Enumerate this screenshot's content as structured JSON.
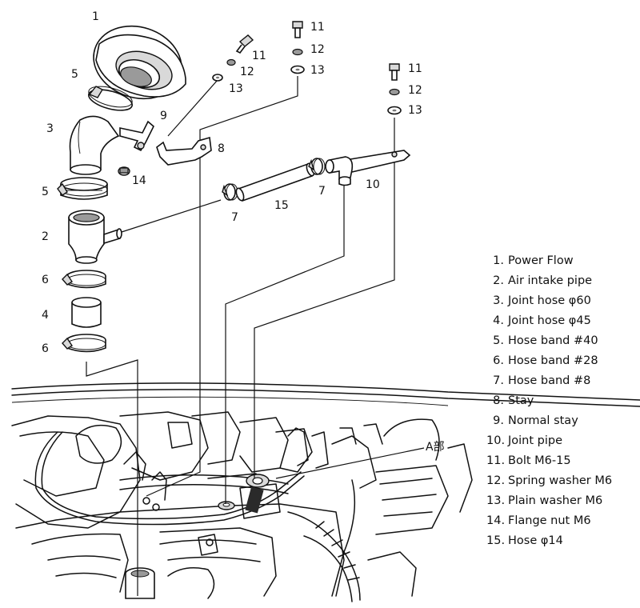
{
  "callouts": {
    "c1": "1",
    "c2": "2",
    "c3": "3",
    "c4": "4",
    "c5a": "5",
    "c5b": "5",
    "c6a": "6",
    "c6b": "6",
    "c7a": "7",
    "c7b": "7",
    "c8": "8",
    "c9": "9",
    "c10": "10",
    "c11a": "11",
    "c11b": "11",
    "c11c": "11",
    "c12a": "12",
    "c12b": "12",
    "c12c": "12",
    "c13a": "13",
    "c13b": "13",
    "c13c": "13",
    "c14": "14",
    "c15": "15",
    "detail": "A部"
  },
  "legend": [
    {
      "num": "1.",
      "label": "Power Flow"
    },
    {
      "num": "2.",
      "label": "Air intake pipe"
    },
    {
      "num": "3.",
      "label": "Joint hose  φ60"
    },
    {
      "num": "4.",
      "label": "Joint hose  φ45"
    },
    {
      "num": "5.",
      "label": "Hose band  #40"
    },
    {
      "num": "6.",
      "label": "Hose band  #28"
    },
    {
      "num": "7.",
      "label": "Hose band  #8"
    },
    {
      "num": "8.",
      "label": "Stay"
    },
    {
      "num": "9.",
      "label": "Normal stay"
    },
    {
      "num": "10.",
      "label": "Joint pipe"
    },
    {
      "num": "11.",
      "label": "Bolt  M6-15"
    },
    {
      "num": "12.",
      "label": "Spring washer  M6"
    },
    {
      "num": "13.",
      "label": "Plain washer  M6"
    },
    {
      "num": "14.",
      "label": "Flange nut  M6"
    },
    {
      "num": "15.",
      "label": "Hose  φ14"
    }
  ]
}
